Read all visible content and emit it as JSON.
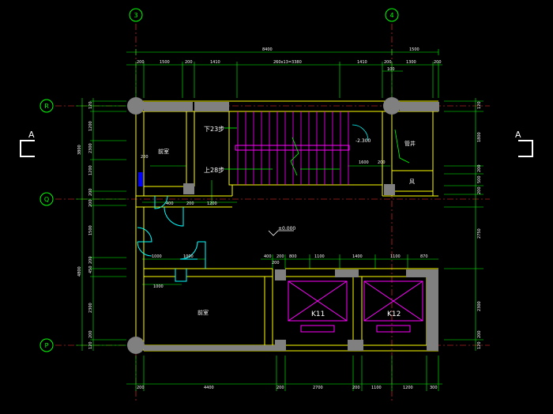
{
  "grid_axes": {
    "vertical": [
      "3",
      "4"
    ],
    "horizontal": [
      "R",
      "Q",
      "P"
    ]
  },
  "section_marks": [
    "A",
    "A"
  ],
  "dimensions": {
    "top_overall": "8400",
    "top_right_segment": "1500",
    "top_row": [
      "200",
      "1500",
      "200",
      "1410",
      "260x13=3380",
      "1410",
      "200",
      "1300",
      "200"
    ],
    "top_row_extra": "100",
    "left_side": [
      "120",
      "1200",
      "2300",
      "1200",
      "200",
      "200",
      "1500",
      "200",
      "450",
      "2300",
      "200",
      "120"
    ],
    "left_overall": [
      "3800",
      "4800"
    ],
    "right_side": [
      "120",
      "1800",
      "200",
      "500",
      "200",
      "2750",
      "2300",
      "200",
      "120"
    ],
    "bottom_row": [
      "200",
      "4400",
      "200",
      "2700",
      "200",
      "1100",
      "1200",
      "300"
    ],
    "door_row_1": [
      "400",
      "200",
      "1200"
    ],
    "door_row_2": [
      "1000",
      "1000"
    ],
    "door_row_3": "1000",
    "lift_row": [
      "400",
      "200",
      "800",
      "1100",
      "1400",
      "1100",
      "870"
    ],
    "lift_row_sub": "200",
    "stair_landing": "1600",
    "stair_landing_sub": "200",
    "stair_width_note": "200"
  },
  "rooms": {
    "left_top": "前室",
    "right_top": "管井",
    "right_top_small": "风",
    "bottom_left": "前室"
  },
  "stair": {
    "up_label": "下23步",
    "down_label": "上28步",
    "landing_level": "-2.300"
  },
  "floor_level": "±0.000",
  "elevators": [
    "K11",
    "K12"
  ],
  "colors": {
    "background": "#000000",
    "wall": "#ffff00",
    "dimension": "#00ff00",
    "stair": "#ff00ff",
    "door": "#00ffff",
    "column": "#808080",
    "axis_line": "#ff3030",
    "text": "#ffffff",
    "fill_blue": "#0000ff"
  }
}
